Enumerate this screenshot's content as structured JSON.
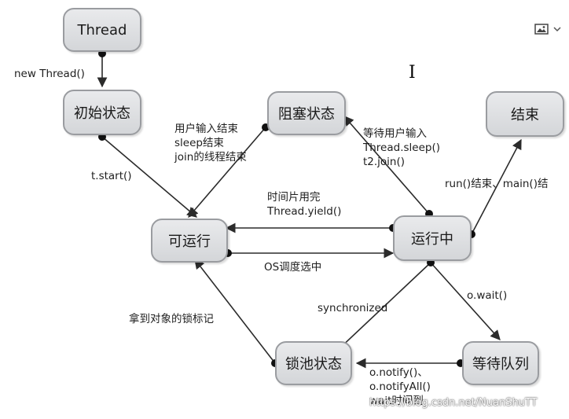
{
  "states": {
    "thread": "Thread",
    "initial": "初始状态",
    "blocked": "阻塞状态",
    "end": "结束",
    "runnable": "可运行",
    "running": "运行中",
    "lock_pool": "锁池状态",
    "waiting_queue": "等待队列"
  },
  "labels": {
    "new_thread": "new Thread()",
    "t_start": "t.start()",
    "unblock_1": "用户输入结束",
    "unblock_2": "sleep结束",
    "unblock_3": "join的线程结束",
    "block_1": "等待用户输入",
    "block_2": "Thread.sleep()",
    "block_3": "t2.join()",
    "run_end": "run()结束、main()结",
    "yield_1": "时间片用完",
    "yield_2": "Thread.yield()",
    "os_schedule": "OS调度选中",
    "synchronized": "synchronized",
    "get_lock": "拿到对象的锁标记",
    "o_wait": "o.wait()",
    "notify_1": "o.notify()、",
    "notify_2": "o.notifyAll()",
    "notify_3": "wait时间到"
  },
  "watermark": "https://blog.csdn.net/NuanShuTT",
  "toolbar": {
    "image_icon": "image-icon",
    "chevron_icon": "chevron-down-icon"
  },
  "colors": {
    "arrow": "#2b2b2b",
    "node_border": "#9a9ca0",
    "node_fill": "#dcdde0"
  }
}
